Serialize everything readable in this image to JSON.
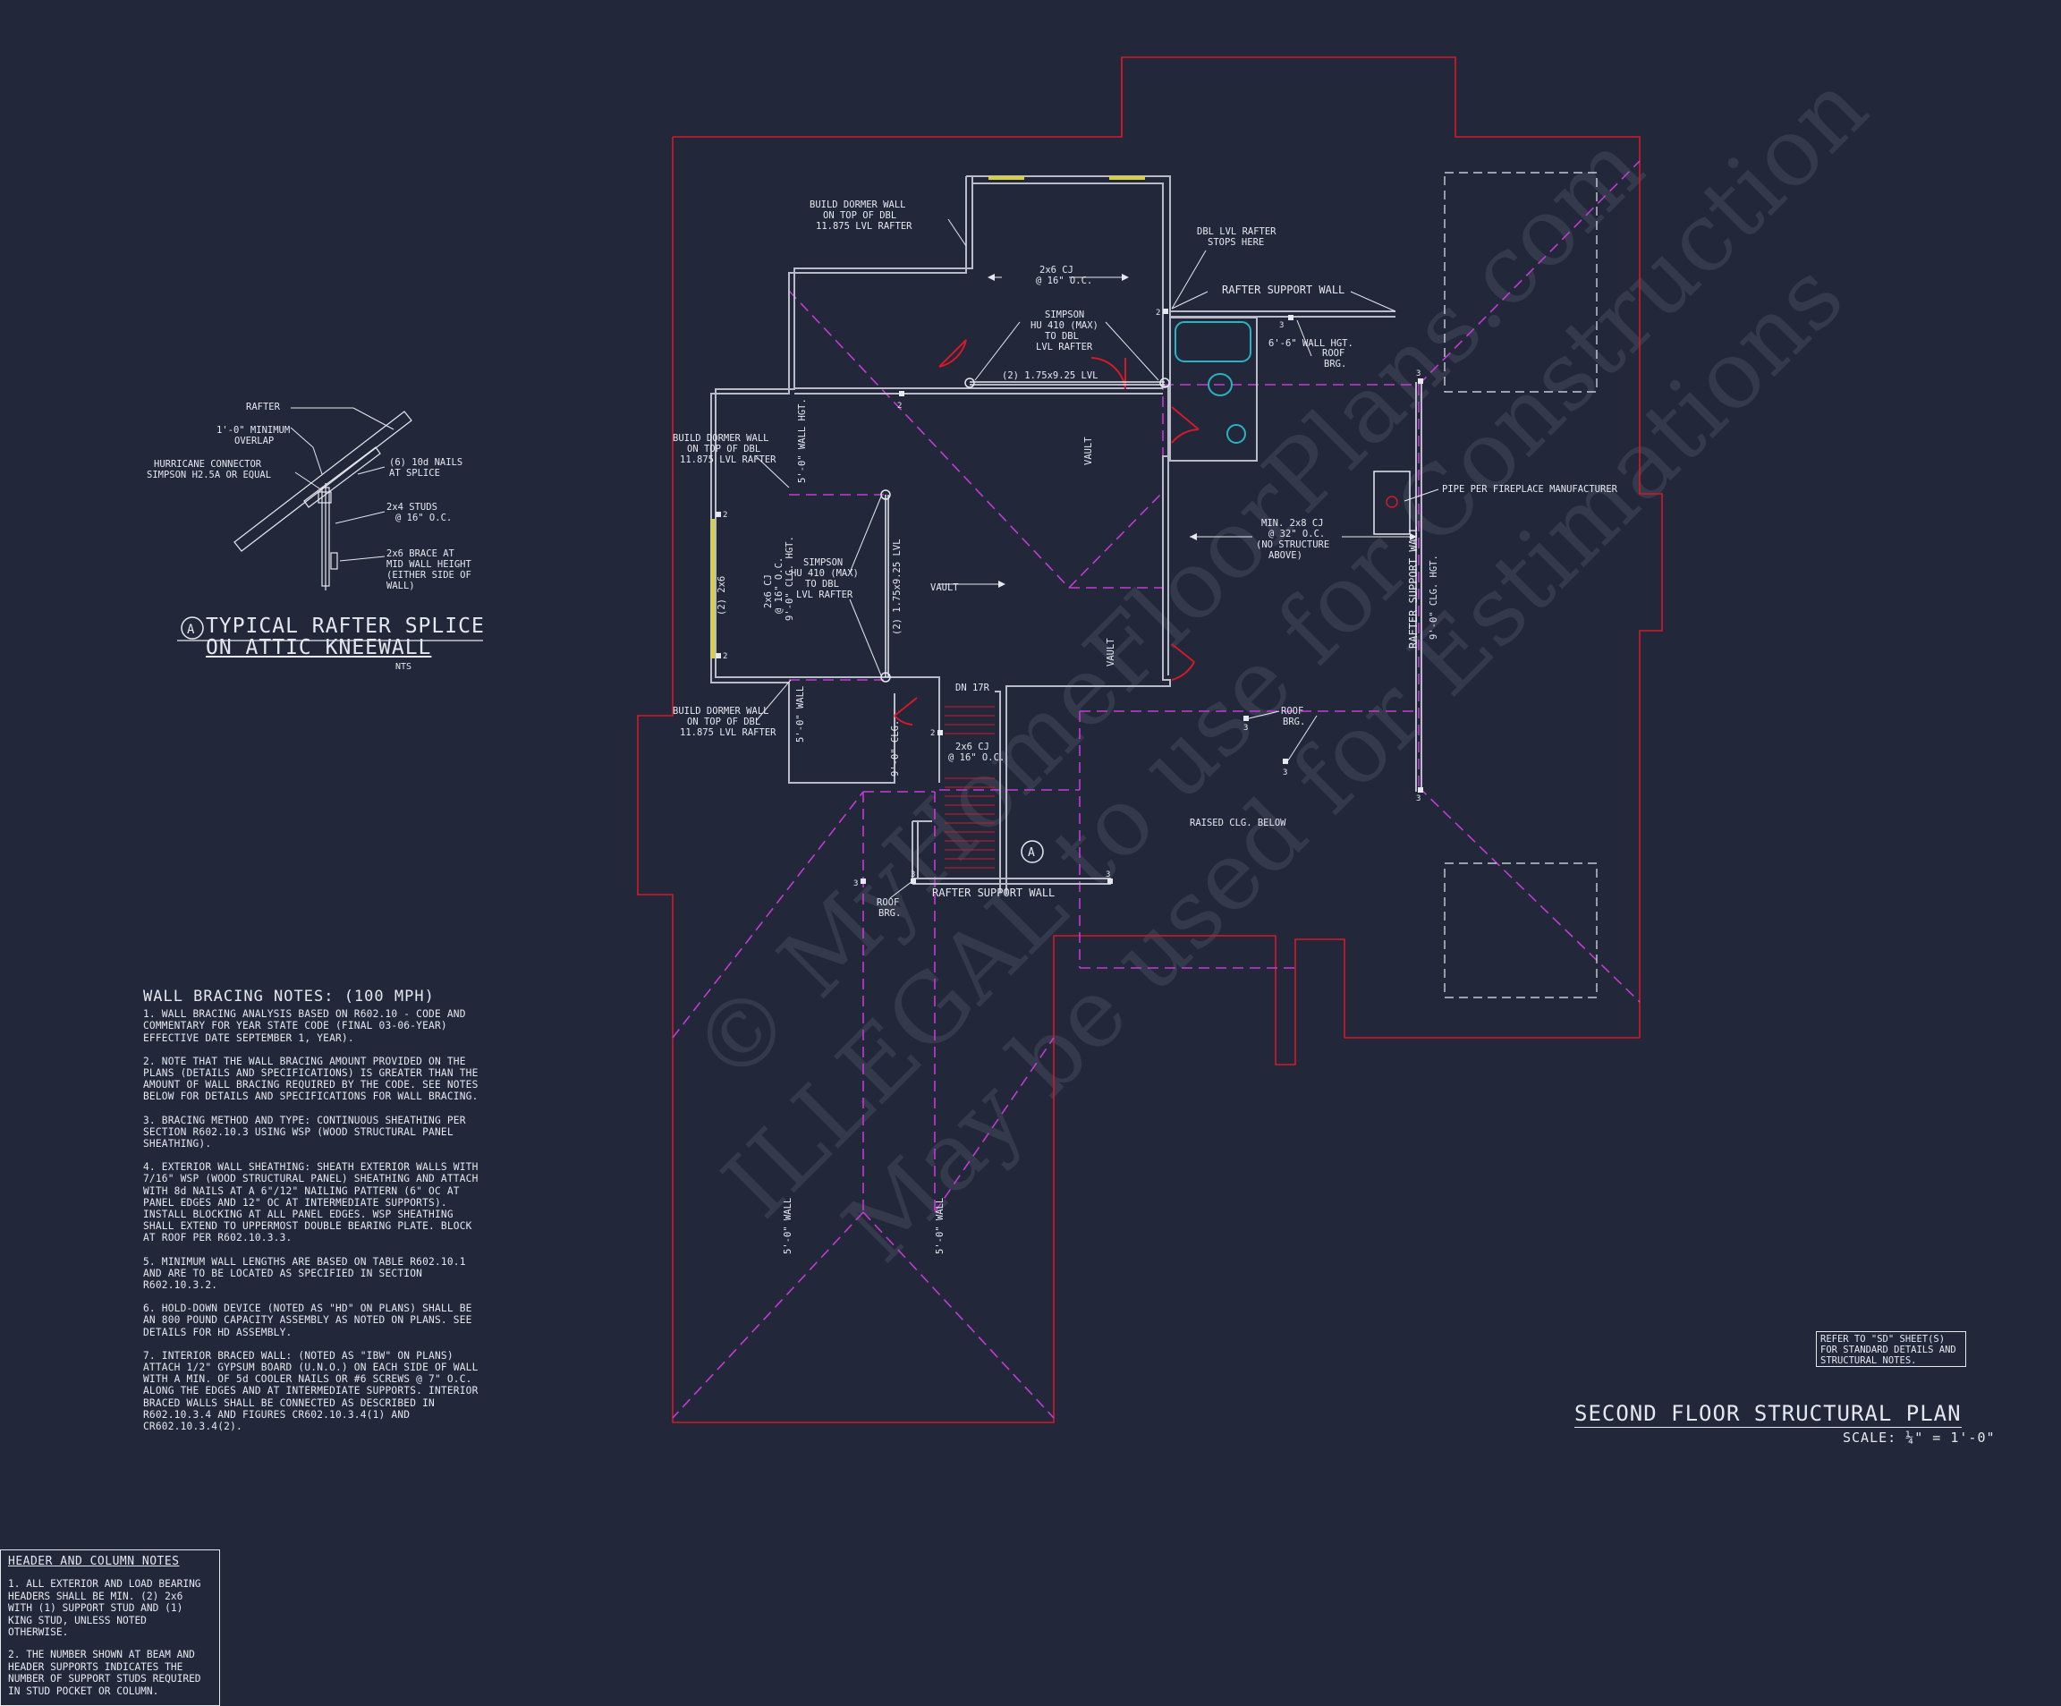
{
  "plan": {
    "title": "SECOND FLOOR STRUCTURAL PLAN",
    "scale": "SCALE: ¼\" = 1'-0\"",
    "refer_note": "REFER TO \"SD\" SHEET(S) FOR STANDARD DETAILS AND STRUCTURAL NOTES.",
    "labels": {
      "dormer_top": "BUILD DORMER WALL\nON TOP OF DBL\n11.875 LVL RAFTER",
      "dormer_left": "BUILD DORMER WALL\nON TOP OF DBL\n11.875 LVL RAFTER",
      "dormer_bottom": "BUILD DORMER WALL\nON TOP OF DBL\n11.875 LVL RAFTER",
      "cj_top": "2x6 CJ\n@ 16\" O.C.",
      "simpson_top": "SIMPSON\nHU 410 (MAX)\nTO DBL\nLVL RAFTER",
      "lvl_top": "(2) 1.75x9.25 LVL",
      "dbl_lvl_stop": "DBL LVL RAFTER\nSTOPS HERE",
      "rafter_support_top": "RAFTER SUPPORT WALL",
      "wall_hgt_bath": "6'-6\" WALL HGT.",
      "roof_brg_top": "ROOF\nBRG.",
      "wall_5_0_a": "5'-0\" WALL HGT.",
      "vault_a": "VAULT",
      "vault_b": "VAULT",
      "vault_c": "VAULT",
      "pipe_fireplace": "PIPE PER FIREPLACE MANUFACTURER",
      "min_cj": "MIN. 2x8 CJ\n@ 32\" O.C.\n(NO STRUCTURE\nABOVE)",
      "rafter_support_right": "RAFTER SUPPORT WALL",
      "clg_hgt_right": "9'-0\" CLG. HGT.",
      "cj_left": "2x6 CJ\n@ 16\" O.C.\n9'-0\" CLG. HGT.",
      "simpson_left": "SIMPSON\nHU 410 (MAX)\nTO DBL\nLVL RAFTER",
      "lvl_left": "(2) 1.75x9.25 LVL",
      "hdr_2x6": "(2) 2x6",
      "dn_17r": "DN 17R",
      "cj_stair": "2x6 CJ\n@ 16\" O.C.",
      "wall_5_0_b": "5'-0\" WALL",
      "clg_9_0": "9'-0\" CLG.",
      "roof_brg_right": "ROOF\nBRG.",
      "raised_clg": "RAISED CLG. BELOW",
      "rafter_support_bottom": "RAFTER SUPPORT WALL",
      "roof_brg_bottom": "ROOF\nBRG.",
      "wall_5_0_c": "5'-0\" WALL",
      "wall_5_0_d": "5'-0\" WALL",
      "section_marker": "A"
    }
  },
  "detail": {
    "marker": "A",
    "title_line1": "TYPICAL RAFTER SPLICE",
    "title_line2": "ON ATTIC KNEEWALL",
    "nts": "NTS",
    "labels": {
      "rafter": "RAFTER",
      "overlap": "1'-0\" MINIMUM\nOVERLAP",
      "hurricane": "HURRICANE CONNECTOR\nSIMPSON H2.5A OR EQUAL",
      "nails": "(6) 10d NAILS\nAT SPLICE",
      "studs": "2x4 STUDS\n@ 16\" O.C.",
      "brace": "2x6 BRACE AT\nMID WALL HEIGHT\n(EITHER SIDE OF\nWALL)"
    }
  },
  "header_notes": {
    "title": "HEADER AND COLUMN NOTES",
    "items": [
      "1. ALL EXTERIOR AND LOAD BEARING HEADERS SHALL BE MIN. (2) 2x6 WITH (1) SUPPORT STUD AND (1) KING STUD, UNLESS NOTED OTHERWISE.",
      "2. THE NUMBER SHOWN AT BEAM AND HEADER SUPPORTS INDICATES THE NUMBER OF SUPPORT STUDS REQUIRED IN STUD POCKET OR COLUMN."
    ]
  },
  "wall_bracing": {
    "title": "WALL BRACING NOTES: (100 MPH)",
    "items": [
      "1. WALL BRACING ANALYSIS BASED ON R602.10 - CODE AND COMMENTARY FOR YEAR STATE CODE (FINAL 03-06-YEAR) EFFECTIVE DATE SEPTEMBER 1, YEAR).",
      "2. NOTE THAT THE WALL BRACING AMOUNT PROVIDED ON THE PLANS (DETAILS AND SPECIFICATIONS) IS GREATER THAN THE AMOUNT OF WALL BRACING REQUIRED BY THE CODE. SEE NOTES BELOW FOR DETAILS AND SPECIFICATIONS FOR WALL BRACING.",
      "3. BRACING METHOD AND TYPE: CONTINUOUS SHEATHING PER SECTION R602.10.3 USING WSP (WOOD STRUCTURAL PANEL SHEATHING).",
      "4. EXTERIOR WALL SHEATHING: SHEATH EXTERIOR WALLS WITH 7/16\" WSP (WOOD STRUCTURAL PANEL) SHEATHING AND ATTACH WITH 8d NAILS AT A 6\"/12\" NAILING PATTERN (6\" OC AT PANEL EDGES AND 12\" OC AT INTERMEDIATE SUPPORTS). INSTALL BLOCKING AT ALL PANEL EDGES. WSP SHEATHING SHALL EXTEND TO UPPERMOST DOUBLE BEARING PLATE. BLOCK AT ROOF PER R602.10.3.3.",
      "5. MINIMUM WALL LENGTHS ARE BASED ON TABLE R602.10.1 AND ARE TO BE LOCATED AS SPECIFIED IN SECTION R602.10.3.2.",
      "6. HOLD-DOWN DEVICE (NOTED AS \"HD\" ON PLANS) SHALL BE AN 800 POUND CAPACITY ASSEMBLY AS NOTED ON PLANS. SEE DETAILS FOR HD ASSEMBLY.",
      "7. INTERIOR BRACED WALL: (NOTED AS \"IBW\" ON PLANS) ATTACH 1/2\" GYPSUM BOARD (U.N.O.) ON EACH SIDE OF WALL WITH A MIN. OF 5d COOLER NAILS OR #6 SCREWS @ 7\" O.C. ALONG THE EDGES AND AT INTERMEDIATE SUPPORTS. INTERIOR BRACED WALLS SHALL BE CONNECTED AS DESCRIBED IN R602.10.3.4 AND FIGURES CR602.10.3.4(1) AND CR602.10.3.4(2)."
    ]
  },
  "watermark": {
    "line1": "© MyHomeFloorPlans.com",
    "line2": "ILLEGAL to use for Construction",
    "line3": "May be used for Estimations"
  },
  "colors": {
    "background": "#22273a",
    "ink": "#e6e8ef",
    "roof_outline": "#d11a2a",
    "hip_lines": "#c23bd4",
    "window": "#d8d13a",
    "fixture": "#2ab3c4"
  }
}
